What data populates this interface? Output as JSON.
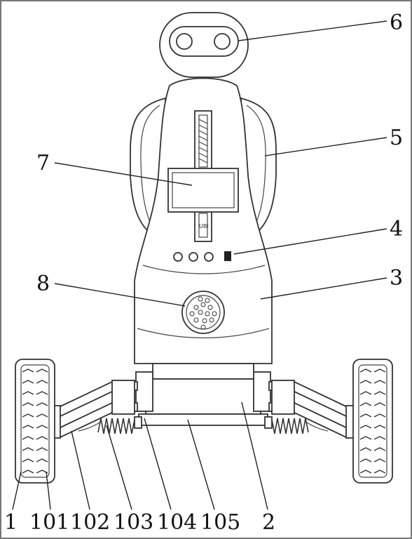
{
  "labels": {
    "l1": "1",
    "l101": "101",
    "l102": "102",
    "l103": "103",
    "l104": "104",
    "l105": "105",
    "l2": "2",
    "l3": "3",
    "l4": "4",
    "l5": "5",
    "l6": "6",
    "l7": "7",
    "l8": "8"
  },
  "screen_text": "UBI"
}
